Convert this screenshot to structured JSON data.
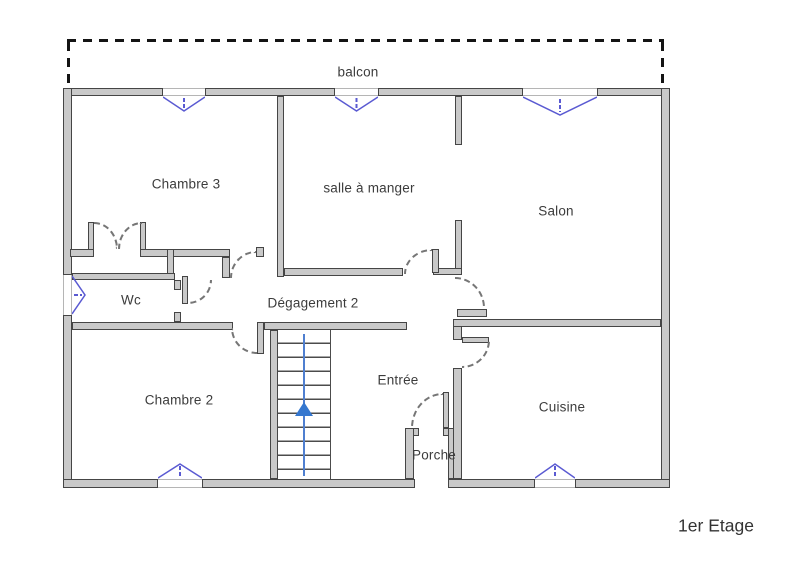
{
  "plan": {
    "title": "1er Etage",
    "rooms": [
      {
        "id": "balcon",
        "label": "balcon"
      },
      {
        "id": "chambre3",
        "label": "Chambre 3"
      },
      {
        "id": "salle_a_manger",
        "label": "salle à manger"
      },
      {
        "id": "salon",
        "label": "Salon"
      },
      {
        "id": "wc",
        "label": "Wc"
      },
      {
        "id": "degagement2",
        "label": "Dégagement 2"
      },
      {
        "id": "chambre2",
        "label": "Chambre 2"
      },
      {
        "id": "entree",
        "label": "Entrée"
      },
      {
        "id": "porche",
        "label": "Porche"
      },
      {
        "id": "cuisine",
        "label": "Cuisine"
      }
    ],
    "symbols": {
      "window": "blue-v-glyph",
      "door": "dashed-quarter-arc-with-open-leaf",
      "stairs_direction": "up-arrow",
      "balcony_outline": "black-dashed-line"
    },
    "colors": {
      "wall_fill": "#c9c9c9",
      "wall_edge": "#454545",
      "window_blue": "#5a5ad2",
      "door_arc": "#767676",
      "stair_arrow": "#3577cf",
      "balcony_dash": "#141414",
      "label_text": "#3c3c3c"
    }
  }
}
